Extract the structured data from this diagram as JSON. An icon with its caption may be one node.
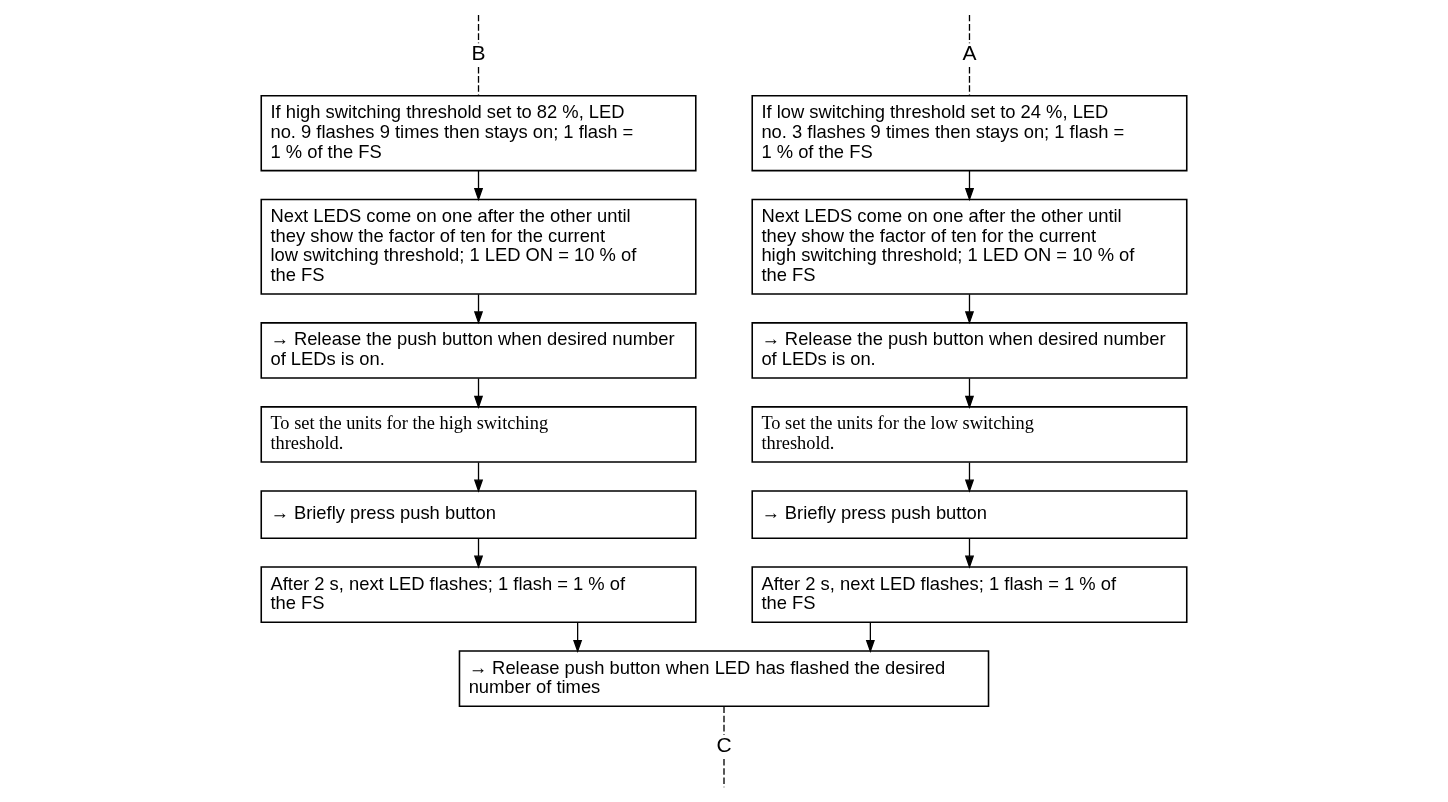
{
  "diagram": {
    "nodes": [
      {
        "text": [
          "A"
        ]
      },
      {
        "text": [
          "If low switching threshold set to 24 %, LED no. 3 flashes 9 times then stays on; 1 flash = 1 % of the FS"
        ]
      },
      {
        "text": [
          "Next LEDS come on one after the other until they show the factor of ten for the current high switching threshold; 1 LED ON = 10 % of the FS"
        ]
      },
      {
        "text": [
          "→ Release the push button when desired number of LEDs is on."
        ]
      },
      {
        "text": [
          "To set the units for the low switching threshold."
        ]
      },
      {
        "text": [
          "→ Briefly press push button"
        ]
      },
      {
        "text": [
          "After 2 s, next LED flashes; 1 flash = 1 % of the FS"
        ]
      },
      {
        "text": [
          "B"
        ]
      },
      {
        "text": [
          "If high switching threshold set to 82 %, LED no. 9 flashes 9 times then stays on; 1 flash = 1 % of the FS"
        ]
      },
      {
        "text": [
          "Next LEDS come on one after the other until they show the factor of ten for the current low switching threshold; 1 LED ON = 10 % of the FS"
        ]
      },
      {
        "text": [
          "→ Release the push button when desired number of LEDs is on."
        ]
      },
      {
        "text": [
          "To set the units for the high switching threshold."
        ]
      },
      {
        "text": [
          "→ Briefly press push button"
        ]
      },
      {
        "text": [
          "After 2 s, next LED flashes; 1 flash = 1 % of the FS"
        ]
      },
      {
        "text": [
          "→ Release push button when LED has flashed the desired number of times"
        ]
      },
      {
        "text": [
          "C"
        ]
      }
    ],
    "edges": [
      {
        "from": null,
        "to": 0,
        "arrow": "none",
        "style": "dashed"
      },
      {
        "from": 0,
        "to": 1,
        "arrow": "none",
        "style": "dashed"
      },
      {
        "from": 1,
        "to": 2,
        "arrow": "to"
      },
      {
        "from": 2,
        "to": 3,
        "arrow": "to"
      },
      {
        "from": 3,
        "to": 4,
        "arrow": "to"
      },
      {
        "from": 4,
        "to": 5,
        "arrow": "to"
      },
      {
        "from": 5,
        "to": 6,
        "arrow": "to"
      },
      {
        "from": null,
        "to": 7,
        "arrow": "none",
        "style": "dashed"
      },
      {
        "from": 7,
        "to": 8,
        "arrow": "none",
        "style": "dashed"
      },
      {
        "from": 8,
        "to": 9,
        "arrow": "to"
      },
      {
        "from": 9,
        "to": 10,
        "arrow": "to"
      },
      {
        "from": 10,
        "to": 11,
        "arrow": "to"
      },
      {
        "from": 11,
        "to": 12,
        "arrow": "to"
      },
      {
        "from": 12,
        "to": 13,
        "arrow": "to"
      },
      {
        "from": 6,
        "to": 14,
        "arrow": "to"
      },
      {
        "from": 13,
        "to": 14,
        "arrow": "to"
      },
      {
        "from": 14,
        "to": 15,
        "arrow": "none",
        "style": "dashed"
      },
      {
        "from": 15,
        "to": null,
        "arrow": "none",
        "style": "dashed"
      }
    ]
  }
}
